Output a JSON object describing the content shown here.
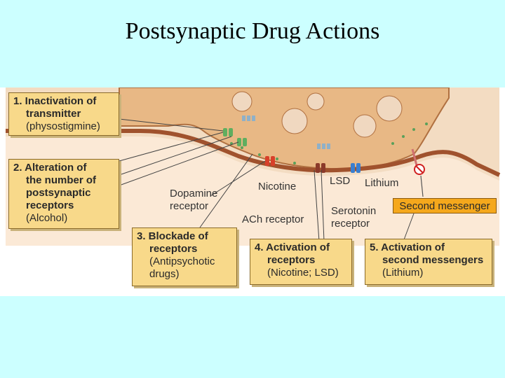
{
  "slide": {
    "title": "Postsynaptic Drug Actions"
  },
  "callouts": {
    "inactivation": {
      "heading_1": "1. Inactivation of",
      "heading_2": "transmitter",
      "paren": "(physostigmine)"
    },
    "alteration": {
      "heading_1": "2. Alteration of",
      "heading_2": "the number of",
      "heading_3": "postsynaptic",
      "heading_4": "receptors",
      "paren": "(Alcohol)"
    },
    "blockade": {
      "heading_1": "3. Blockade of",
      "heading_2": "receptors",
      "paren_1": "(Antipsychotic",
      "paren_2": "drugs)"
    },
    "activation_receptors": {
      "heading_1": "4. Activation of",
      "heading_2": "receptors",
      "paren": "(Nicotine; LSD)"
    },
    "activation_messengers": {
      "heading_1": "5. Activation of",
      "heading_2": "second messengers",
      "paren": "(Lithium)"
    }
  },
  "labels": {
    "dopamine_1": "Dopamine",
    "dopamine_2": "receptor",
    "nicotine": "Nicotine",
    "lsd": "LSD",
    "lithium": "Lithium",
    "ach_receptor": "ACh receptor",
    "serotonin_1": "Serotonin",
    "serotonin_2": "receptor",
    "second_messenger": "Second messenger"
  },
  "colors": {
    "background": "#ccffff",
    "callout_fill": "#f8d98a",
    "second_messenger_fill": "#f5a81c",
    "cleft": "#f3dcc2",
    "terminal": "#e8b885",
    "membrane": "#a0522d",
    "ach_receptor": "#5fae5f",
    "dopamine_receptor": "#d8402a",
    "lsd_receptor": "#8b3a2a",
    "serotonin_receptor": "#3a7fd0"
  }
}
